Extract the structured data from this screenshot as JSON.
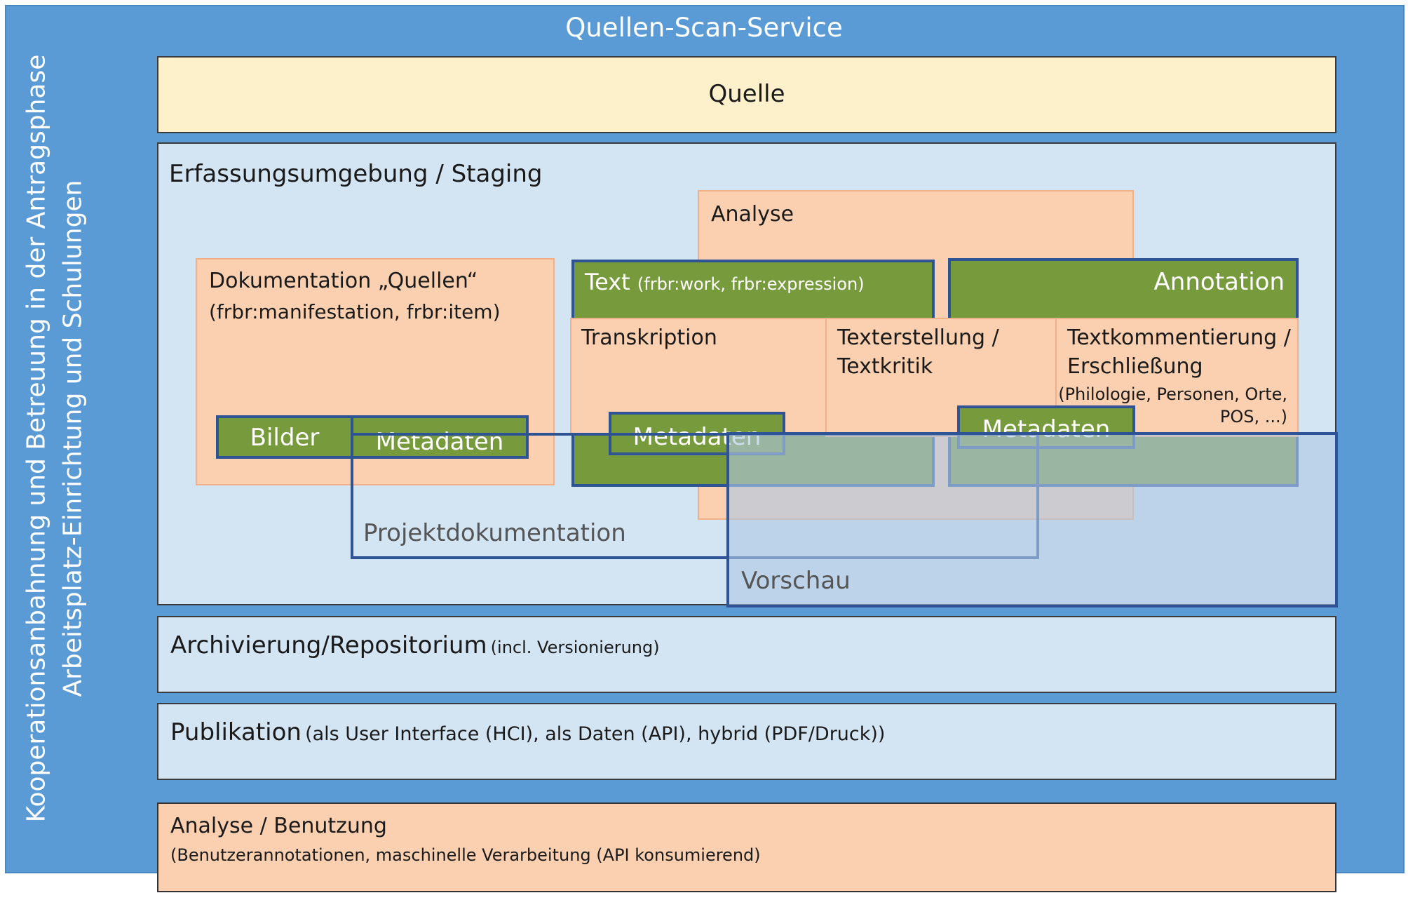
{
  "title": "Quellen-Scan-Service",
  "side_labels": {
    "line1": "Kooperationsanbahnung und Betreuung in der Antragsphase",
    "line2": "Arbeitsplatz-Einrichtung und Schulungen"
  },
  "quelle": "Quelle",
  "staging": {
    "title": "Erfassungsumgebung / Staging",
    "analyse": "Analyse",
    "dokumentation": {
      "title": "Dokumentation „Quellen“",
      "subtitle": "(frbr:manifestation, frbr:item)",
      "bilder": "Bilder",
      "metadaten": "Metadaten"
    },
    "text": {
      "label": "Text",
      "sub": "(frbr:work,  frbr:expression)"
    },
    "annotation": "Annotation",
    "transkription": "Transkription",
    "texterstellung": {
      "line1": "Texterstellung /",
      "line2": "Textkritik"
    },
    "textkommentierung": {
      "line1": "Textkommentierung /",
      "line2": "Erschließung",
      "note1": "(Philologie, Personen, Orte,",
      "note2": "POS, ...)"
    },
    "metadaten_1": "Metadaten",
    "metadaten_2": "Metadaten",
    "projektdokumentation": "Projektdokumentation",
    "vorschau": "Vorschau"
  },
  "archivierung": {
    "title": "Archivierung/Repositorium",
    "note": "(incl. Versionierung)"
  },
  "publikation": {
    "title": "Publikation",
    "note": "(als User Interface (HCI), als Daten (API), hybrid (PDF/Druck))"
  },
  "analyse_benutzung": {
    "title": "Analyse / Benutzung",
    "note": "(Benutzerannotationen,  maschinelle Verarbeitung  (API konsumierend)"
  },
  "colors": {
    "frame_blue": "#5b9bd5",
    "light_blue": "#d3e4f3",
    "cream": "#fdf1cc",
    "peach": "#fad0b0",
    "green": "#769a3c",
    "dark_blue_border": "#2f5496"
  }
}
